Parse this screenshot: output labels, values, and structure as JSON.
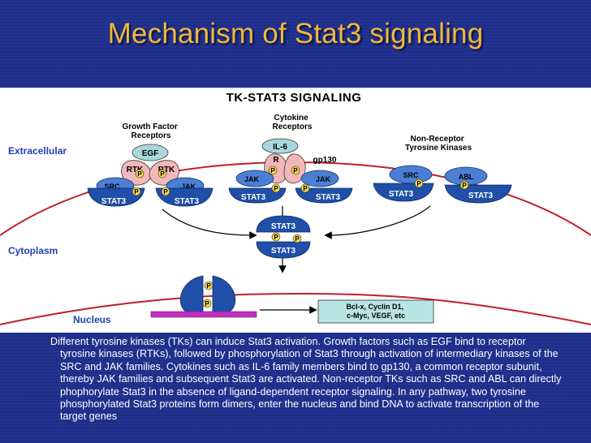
{
  "slide": {
    "title": "Mechanism of Stat3 signaling",
    "caption": "Different tyrosine kinases (TKs) can induce Stat3 activation. Growth factors such as EGF bind to receptor tyrosine kinases  (RTKs), followed  by phosphorylation of Stat3 through activation of intermediary kinases of the SRC and JAK families. Cytokines such as IL-6 family members bind to gp130, a common receptor subunit, thereby JAK families   and  subsequent Stat3   are   activated.  Non-receptor  TKs such  as  SRC  and  ABL  can  directly phophorylate Stat3 in the absence of ligand-dependent receptor signaling.  In any pathway, two tyrosine phosphorylated Stat3 proteins form dimers, enter the nucleus and bind DNA to activate transcription of the target genes"
  },
  "diagram": {
    "title": "TK-STAT3 SIGNALING",
    "compartments": {
      "extracellular": "Extracellular",
      "cytoplasm": "Cytoplasm",
      "nucleus": "Nucleus"
    },
    "groups": {
      "growth_factor": [
        "Growth Factor",
        "Receptors"
      ],
      "cytokine": [
        "Cytokine",
        "Receptors"
      ],
      "non_receptor": [
        "Non-Receptor",
        "Tyrosine Kinases"
      ]
    },
    "molecules": {
      "egf": "EGF",
      "rtk": "RTK",
      "src": "SRC",
      "jak": "JAK",
      "il6": "IL-6",
      "r": "R",
      "gp130": "gp130",
      "abl": "ABL",
      "stat3": "STAT3",
      "p": "P"
    },
    "target_genes": [
      "Bcl-x, Cyclin D1,",
      "c-Myc, VEGF, etc"
    ],
    "colors": {
      "title": "#f0b83a",
      "background": "#1f2f8c",
      "protein_blue": "#1f4fa8",
      "kinase_blue": "#4a7fd4",
      "receptor_pink": "#f2b8b8",
      "ligand_cyan": "#a8d8dc",
      "phospho_yellow": "#f5d44a",
      "compartment_red": "#c0202a",
      "dna_magenta": "#c030c0",
      "gene_box": "#b8e4e4"
    }
  }
}
